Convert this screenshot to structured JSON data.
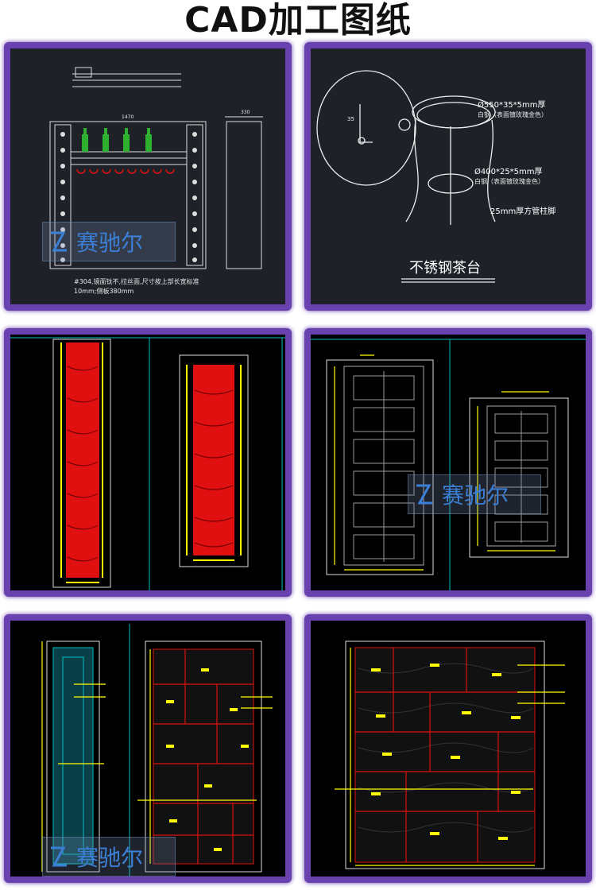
{
  "title": "CAD加工图纸",
  "watermark": "赛驰尔",
  "panel1": {
    "note_line1": "#304,镜面钛不,拉丝面,尺寸按上部长宽标准",
    "note_line2": "10mm;侧板380mm",
    "dim_top": "1470",
    "dim_side": "330"
  },
  "panel2": {
    "spec_top": "Ø550*35*5mm厚",
    "spec_top_sub": "白钢（表面镀玫瑰金色）",
    "spec_mid": "Ø400*25*5mm厚",
    "spec_mid_sub": "白钢（表面镀玫瑰金色）",
    "spec_leg": "25mm厚方管柱脚",
    "detail_dim": "35",
    "caption": "不锈钢茶台"
  },
  "colors": {
    "frame": "#6a42b0",
    "cad_bg": "#1e2128",
    "red_panel": "#e01010",
    "yellow": "#ffff00",
    "cyan": "#00c0c0",
    "watermark": "#3b7fd6"
  }
}
